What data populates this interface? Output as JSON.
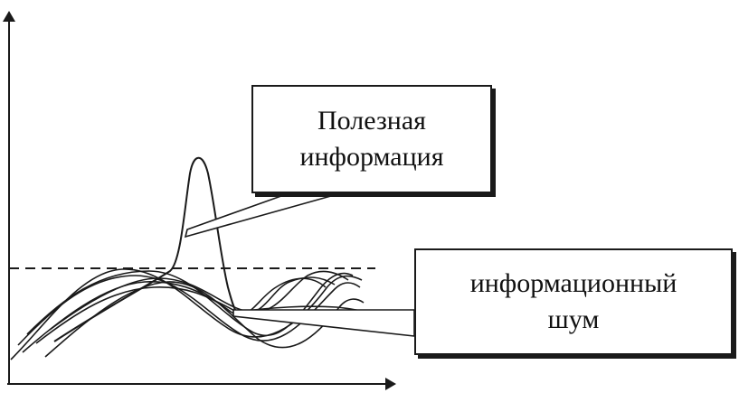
{
  "labels": {
    "useful": {
      "line1": "Полезная",
      "line2": "информация"
    },
    "noise": {
      "line1": "информационный",
      "line2": "шум"
    }
  },
  "colors": {
    "ink": "#1a1a1a",
    "background": "#ffffff"
  }
}
